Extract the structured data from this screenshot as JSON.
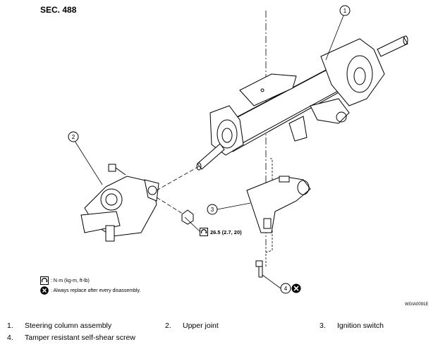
{
  "section": "SEC. 488",
  "callouts": [
    "1",
    "2",
    "3",
    "4"
  ],
  "torque_spec": "26.5 (2.7, 20)",
  "legend": {
    "torque": ": N·m (kg-m, ft-lb)",
    "replace": ": Always replace after every disassembly."
  },
  "figure_id": "WGIA0091E",
  "parts": [
    {
      "num": "1.",
      "name": "Steering column assembly"
    },
    {
      "num": "2.",
      "name": "Upper joint"
    },
    {
      "num": "3.",
      "name": "Ignition switch"
    },
    {
      "num": "4.",
      "name": "Tamper resistant self-shear screw"
    }
  ],
  "icons": [
    "torque-wrench-icon",
    "replace-x-icon"
  ]
}
